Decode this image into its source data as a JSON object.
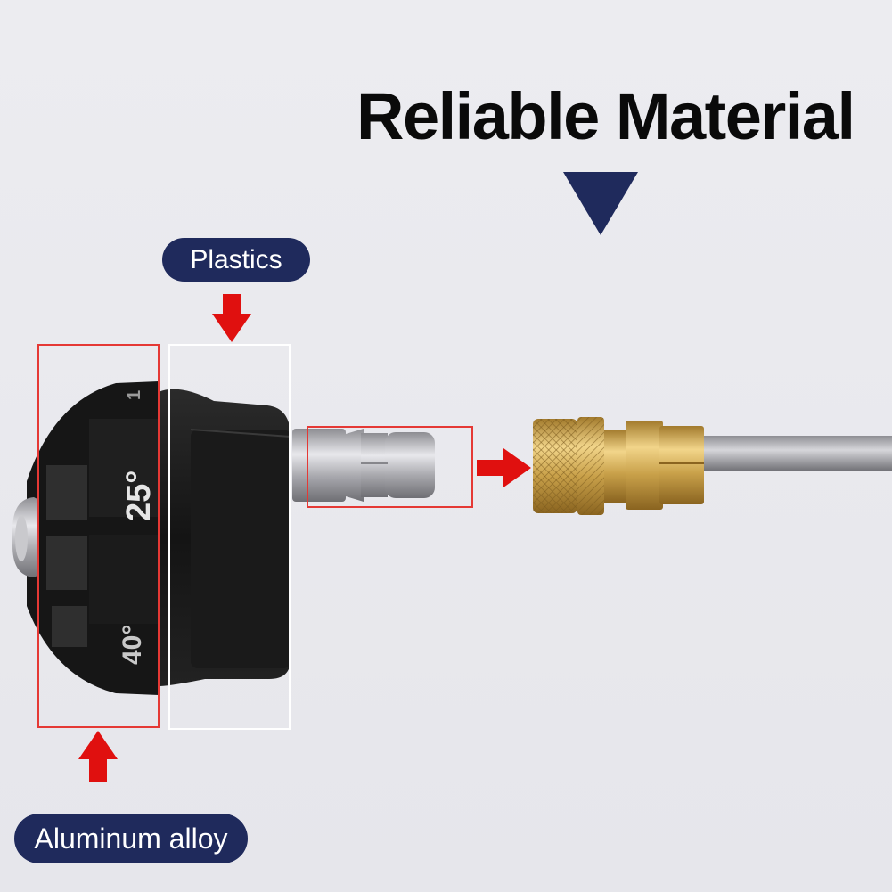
{
  "headline": "Reliable Material",
  "labels": {
    "plastics": "Plastics",
    "aluminum_alloy": "Aluminum alloy"
  },
  "nozzle_markings": {
    "top": "25°",
    "bottom": "40°",
    "edge": "1"
  },
  "colors": {
    "label_background": "#1f2a5c",
    "arrow": "#e0100f",
    "outline_aluminum": "#e53935",
    "outline_plastic": "#ffffff",
    "brass": "#c9a14a",
    "nozzle_body": "#1c1c1c",
    "steel": "#b8b8bc"
  }
}
